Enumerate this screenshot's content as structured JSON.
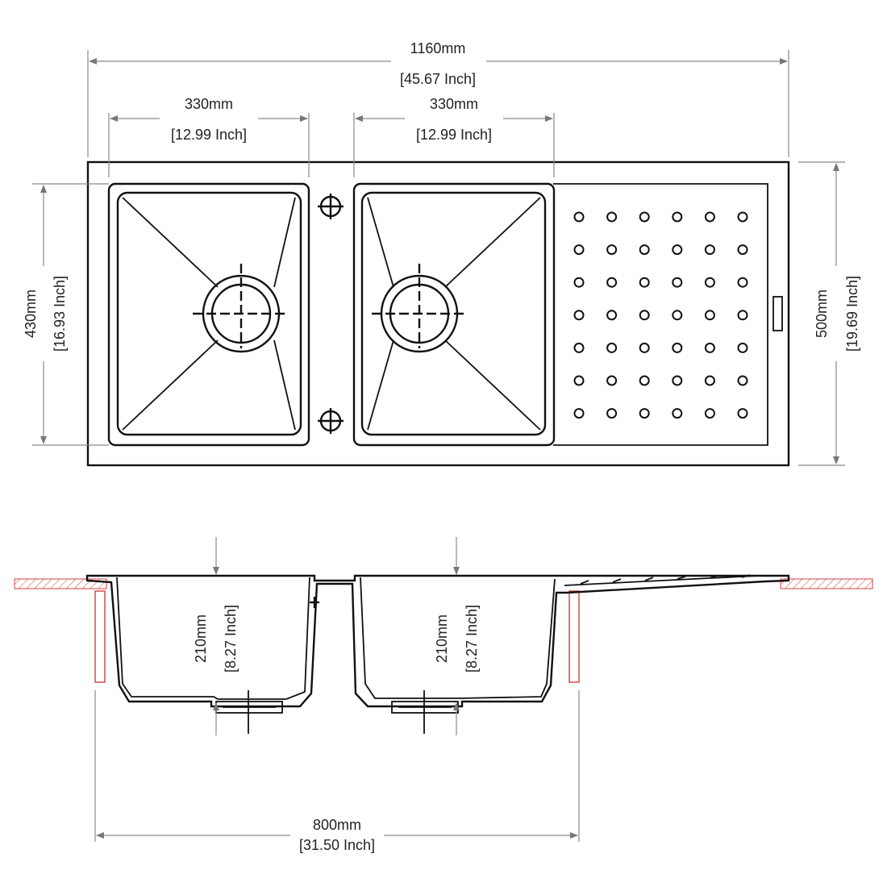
{
  "top_view": {
    "overall_width": {
      "mm": "1160mm",
      "inch": "[45.67 Inch]"
    },
    "bowl_left_width": {
      "mm": "330mm",
      "inch": "[12.99 Inch]"
    },
    "bowl_right_width": {
      "mm": "330mm",
      "inch": "[12.99 Inch]"
    },
    "bowl_depth": {
      "mm": "430mm",
      "inch": "[16.93 Inch]"
    },
    "overall_depth": {
      "mm": "500mm",
      "inch": "[19.69 Inch]"
    },
    "drainer_holes": {
      "columns": 6,
      "rows": 7
    }
  },
  "side_view": {
    "bowl_left_height": {
      "mm": "210mm",
      "inch": "[8.27 Inch]"
    },
    "bowl_right_height": {
      "mm": "210mm",
      "inch": "[8.27 Inch]"
    },
    "cabinet_width": {
      "mm": "800mm",
      "inch": "[31.50 Inch]"
    }
  },
  "colors": {
    "line": "#111111",
    "dimension_line": "#8a8a8a",
    "worktop_hatch": "#d04040"
  }
}
